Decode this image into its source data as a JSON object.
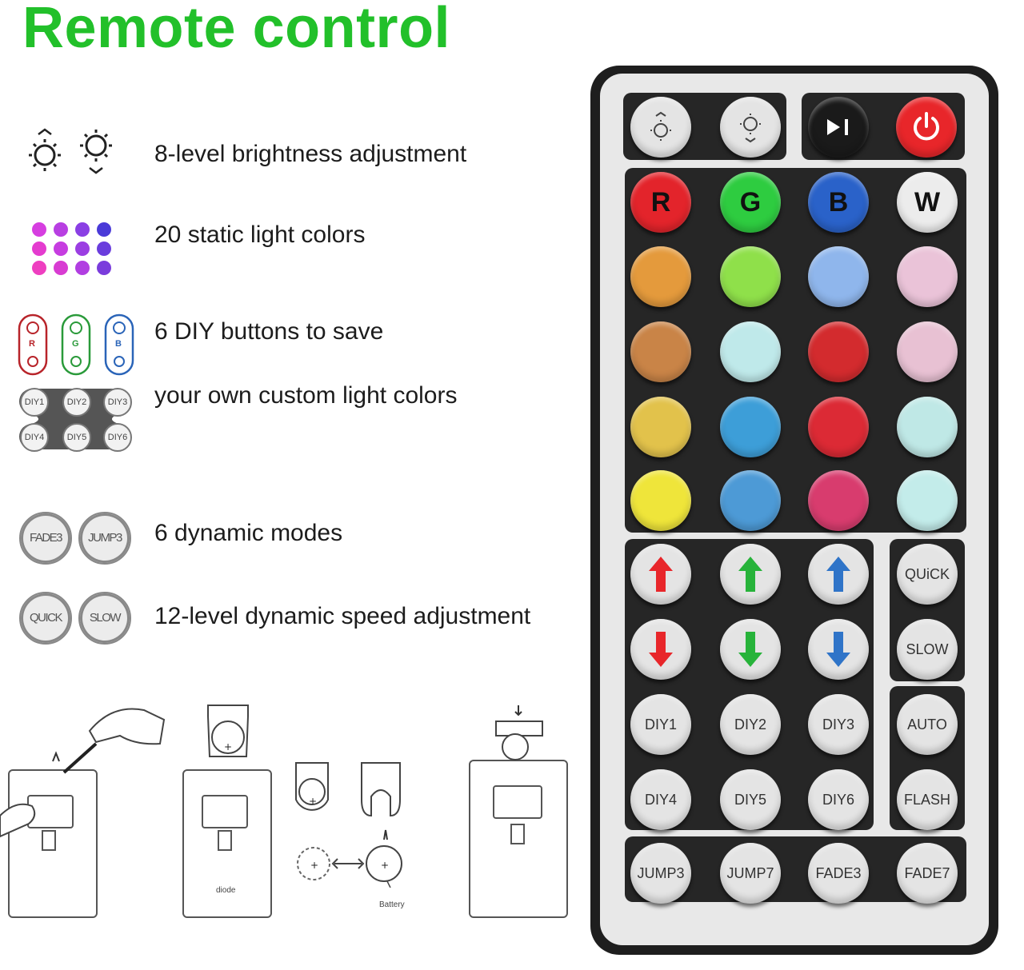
{
  "title": "Remote control",
  "features": [
    {
      "text": "8-level brightness adjustment"
    },
    {
      "text": "20 static light colors"
    },
    {
      "text": "6 DIY buttons to save"
    },
    {
      "text": "your own custom light colors"
    },
    {
      "text": "6 dynamic modes"
    },
    {
      "text": "12-level dynamic speed adjustment"
    }
  ],
  "mode_icons": [
    "FADE3",
    "JUMP3"
  ],
  "speed_icons": [
    "QUICK",
    "SLOW"
  ],
  "diy_icons": [
    "DIY1",
    "DIY2",
    "DIY3",
    "DIY4",
    "DIY5",
    "DIY6"
  ],
  "diy_color_icons": [
    "R",
    "G",
    "B"
  ],
  "remote": {
    "color_row_labels": [
      "R",
      "G",
      "B",
      "W"
    ],
    "arrow_colors": [
      "#e8262a",
      "#27b33a",
      "#2f74c8"
    ],
    "speed_buttons": [
      "QUiCK",
      "SLOW"
    ],
    "diy_buttons": [
      "DIY1",
      "DIY2",
      "DIY3",
      "DIY4",
      "DIY5",
      "DIY6"
    ],
    "mode_buttons_right": [
      "AUTO",
      "FLASH"
    ],
    "mode_buttons_bottom": [
      "JUMP3",
      "JUMP7",
      "FADE3",
      "FADE7"
    ],
    "color_palette": [
      [
        "#e3242b",
        "#2ecc40",
        "#2a62c9",
        "#ececec"
      ],
      [
        "#e49a3c",
        "#8fe04a",
        "#8fb6ec",
        "#eac3d8"
      ],
      [
        "#c98447",
        "#bfe9ea",
        "#d32b2e",
        "#e8c1d3"
      ],
      [
        "#e2c24b",
        "#3d9ed8",
        "#dc2a35",
        "#bfe8e6"
      ],
      [
        "#efe53a",
        "#4d9ad6",
        "#d83c6e",
        "#c3ecea"
      ]
    ]
  },
  "diagram": {
    "plate_text_1": "diode",
    "battery_label": "Battery"
  }
}
